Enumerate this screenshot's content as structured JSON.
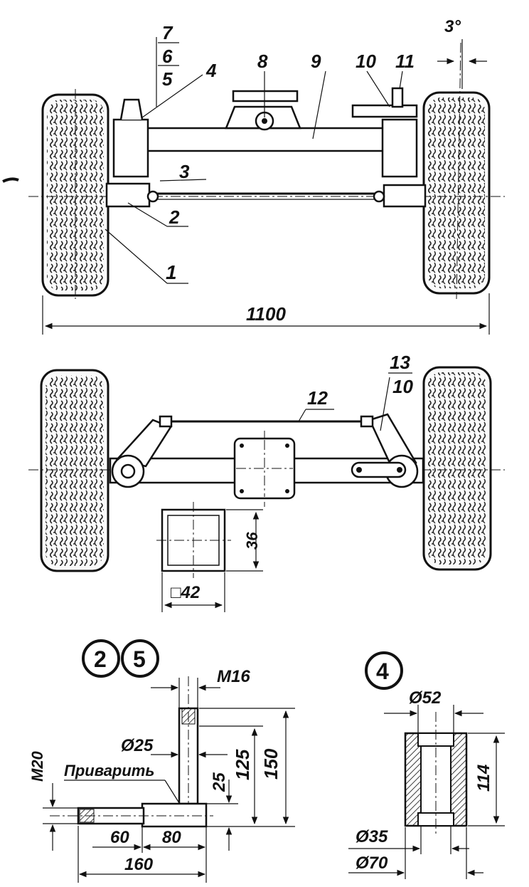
{
  "labels": {
    "n1": "1",
    "n2": "2",
    "n3": "3",
    "n4": "4",
    "n5": "5",
    "n6": "6",
    "n7": "7",
    "n8": "8",
    "n9": "9",
    "n10": "10",
    "n11": "11",
    "n12": "12",
    "n13": "13",
    "n10b": "10"
  },
  "dimensions": {
    "width_total": "1100",
    "angle": "3°",
    "tube_height": "36",
    "tube_width": "□42",
    "m16": "M16",
    "d25": "Ø25",
    "m20": "M20",
    "weld": "Приварить",
    "h25": "25",
    "h125": "125",
    "h150": "150",
    "l60": "60",
    "l80": "80",
    "l160": "160",
    "d52": "Ø52",
    "h114": "114",
    "d35": "Ø35",
    "d70": "Ø70"
  },
  "callouts": {
    "detail_a": "2",
    "detail_b": "5",
    "detail_c": "4"
  }
}
